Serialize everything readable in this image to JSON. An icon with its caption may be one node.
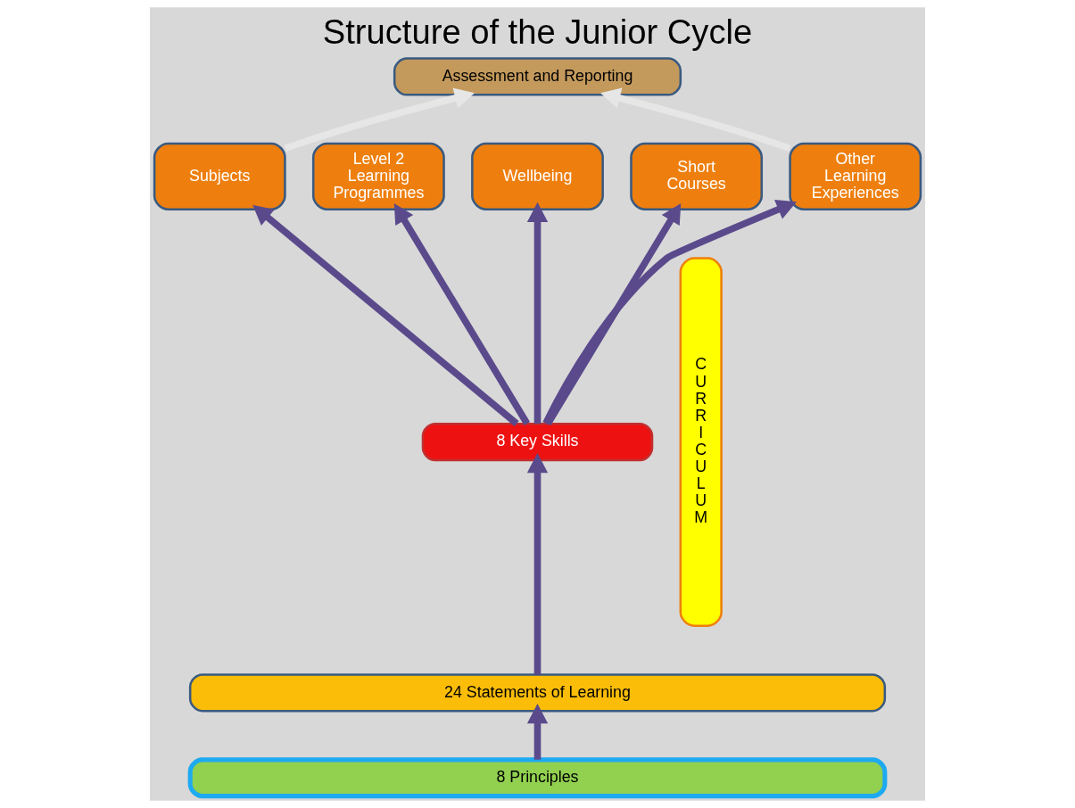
{
  "diagram": {
    "title": "Structure of the Junior Cycle",
    "nodes": [
      {
        "text": [
          "Assessment and Reporting"
        ]
      },
      {
        "text": [
          "Subjects"
        ]
      },
      {
        "text": [
          "Level 2 Learning Programmes"
        ]
      },
      {
        "text": [
          "Wellbeing"
        ]
      },
      {
        "text": [
          "Short Courses"
        ]
      },
      {
        "text": [
          "Other Learning Experiences"
        ]
      },
      {
        "text": [
          "8 Key Skills"
        ]
      },
      {
        "text": [
          "24 Statements of Learning"
        ]
      },
      {
        "text": [
          "8 Principles"
        ]
      },
      {
        "text": [
          "CURRICULUM"
        ]
      }
    ],
    "edges": [
      {
        "from": 1,
        "to": 0,
        "arrow": "to",
        "color": "#e6e6e6"
      },
      {
        "from": 5,
        "to": 0,
        "arrow": "to",
        "color": "#e6e6e6"
      },
      {
        "from": 6,
        "to": 1,
        "arrow": "to"
      },
      {
        "from": 6,
        "to": 2,
        "arrow": "to"
      },
      {
        "from": 6,
        "to": 3,
        "arrow": "to"
      },
      {
        "from": 6,
        "to": 4,
        "arrow": "to"
      },
      {
        "from": 6,
        "to": 5,
        "arrow": "to"
      },
      {
        "from": 7,
        "to": 6,
        "arrow": "to"
      },
      {
        "from": 8,
        "to": 7,
        "arrow": "to"
      }
    ]
  }
}
